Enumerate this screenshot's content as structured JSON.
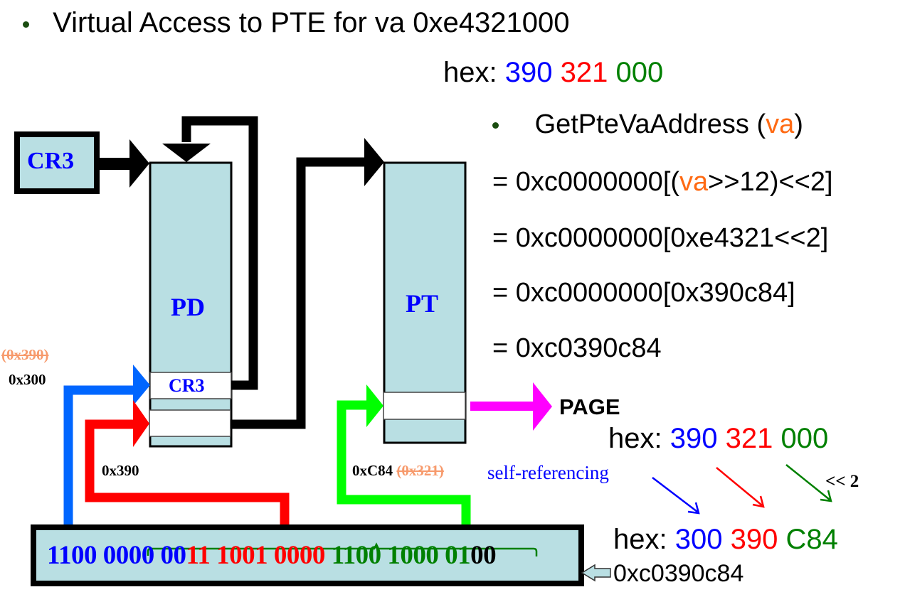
{
  "title": {
    "text": "Virtual Access to PTE for va 0xe4321000"
  },
  "hex_top": {
    "prefix": "hex:",
    "parts": [
      {
        "text": "390",
        "color": "#0000ff"
      },
      {
        "text": "321",
        "color": "#ff0000"
      },
      {
        "text": "000",
        "color": "#008000"
      }
    ]
  },
  "formula": {
    "heading_name": "GetPteVaAddress",
    "heading_open": "(",
    "heading_arg": "va",
    "heading_close": ")",
    "line1_pre": "= 0xc0000000[(",
    "line1_arg": "va",
    "line1_post": ">>12)<<2]",
    "line2": "= 0xc0000000[0xe4321<<2]",
    "line3": "= 0xc0000000[0x390c84]",
    "line4": "= 0xc0390c84"
  },
  "diagram": {
    "cr3_register_label": "CR3",
    "pd_label": "PD",
    "pt_label": "PT",
    "pd_entry_cr3_label": "CR3",
    "page_label": "PAGE",
    "pd_index_self_label": "0x300",
    "pd_index_self_struck": "(0x390)",
    "pt_index_label": "0x390",
    "offset_label": "0xC84",
    "offset_struck": "(0x321)",
    "colors": {
      "table_fill": "#b9dfe3",
      "blue_arrow": "#0066ff",
      "red_arrow": "#ff0000",
      "green_arrow": "#00ff00",
      "magenta_arrow": "#ff00ff"
    }
  },
  "hex_mid": {
    "prefix": "hex:",
    "parts": [
      {
        "text": "390",
        "color": "#0000ff"
      },
      {
        "text": "321",
        "color": "#ff0000"
      },
      {
        "text": "000",
        "color": "#008000"
      }
    ]
  },
  "annotations": {
    "self_referencing": "self-referencing",
    "shift": "<< 2"
  },
  "hex_bottom": {
    "prefix": "hex:",
    "parts": [
      {
        "text": "300",
        "color": "#0000ff"
      },
      {
        "text": "390",
        "color": "#ff0000"
      },
      {
        "text": "C84",
        "color": "#008000"
      }
    ]
  },
  "binary": {
    "blue": "1100 0000 00",
    "red": "11 1001 0000",
    "green": " 1100 1000 01",
    "black": "00"
  },
  "result_address": "0xc0390c84"
}
